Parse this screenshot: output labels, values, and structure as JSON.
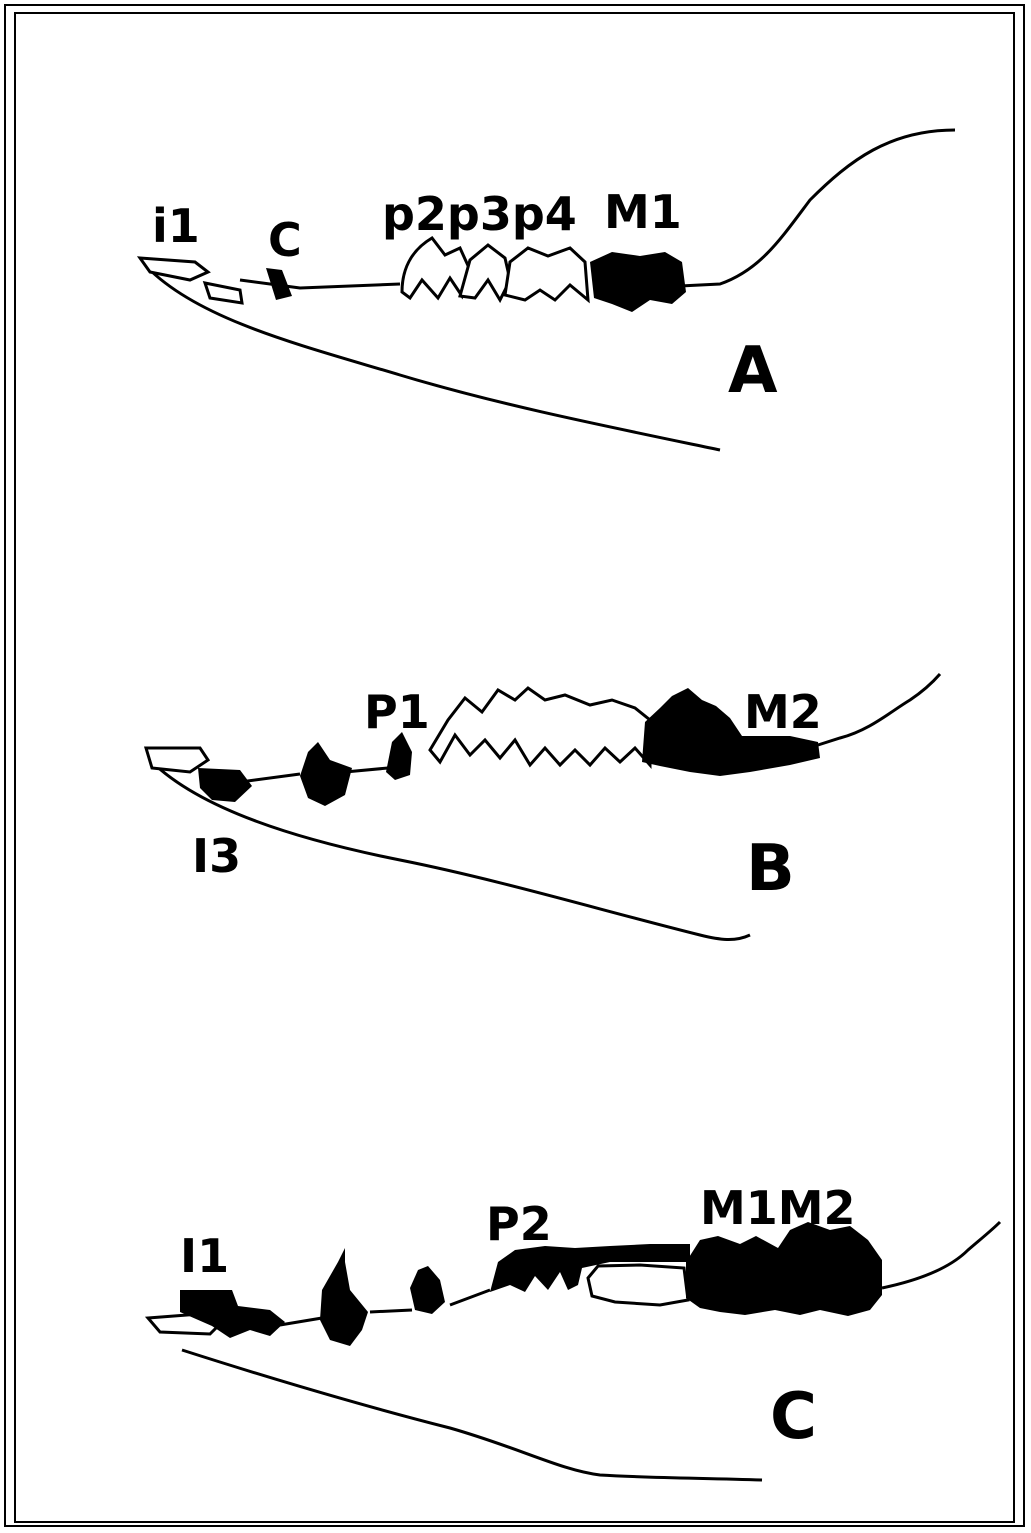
{
  "panels": [
    {
      "letter": "A",
      "labels": {
        "incisor": "i1",
        "canine": "C",
        "premolars": "p2p3p4",
        "molar": "M1"
      }
    },
    {
      "letter": "B",
      "labels": {
        "premolar": "P1",
        "molar": "M2",
        "incisor": "I3"
      }
    },
    {
      "letter": "C",
      "labels": {
        "incisor": "I1",
        "premolar": "P2",
        "molars": "M1M2"
      }
    }
  ],
  "colors": {
    "ink": "#000000",
    "background": "#ffffff"
  }
}
